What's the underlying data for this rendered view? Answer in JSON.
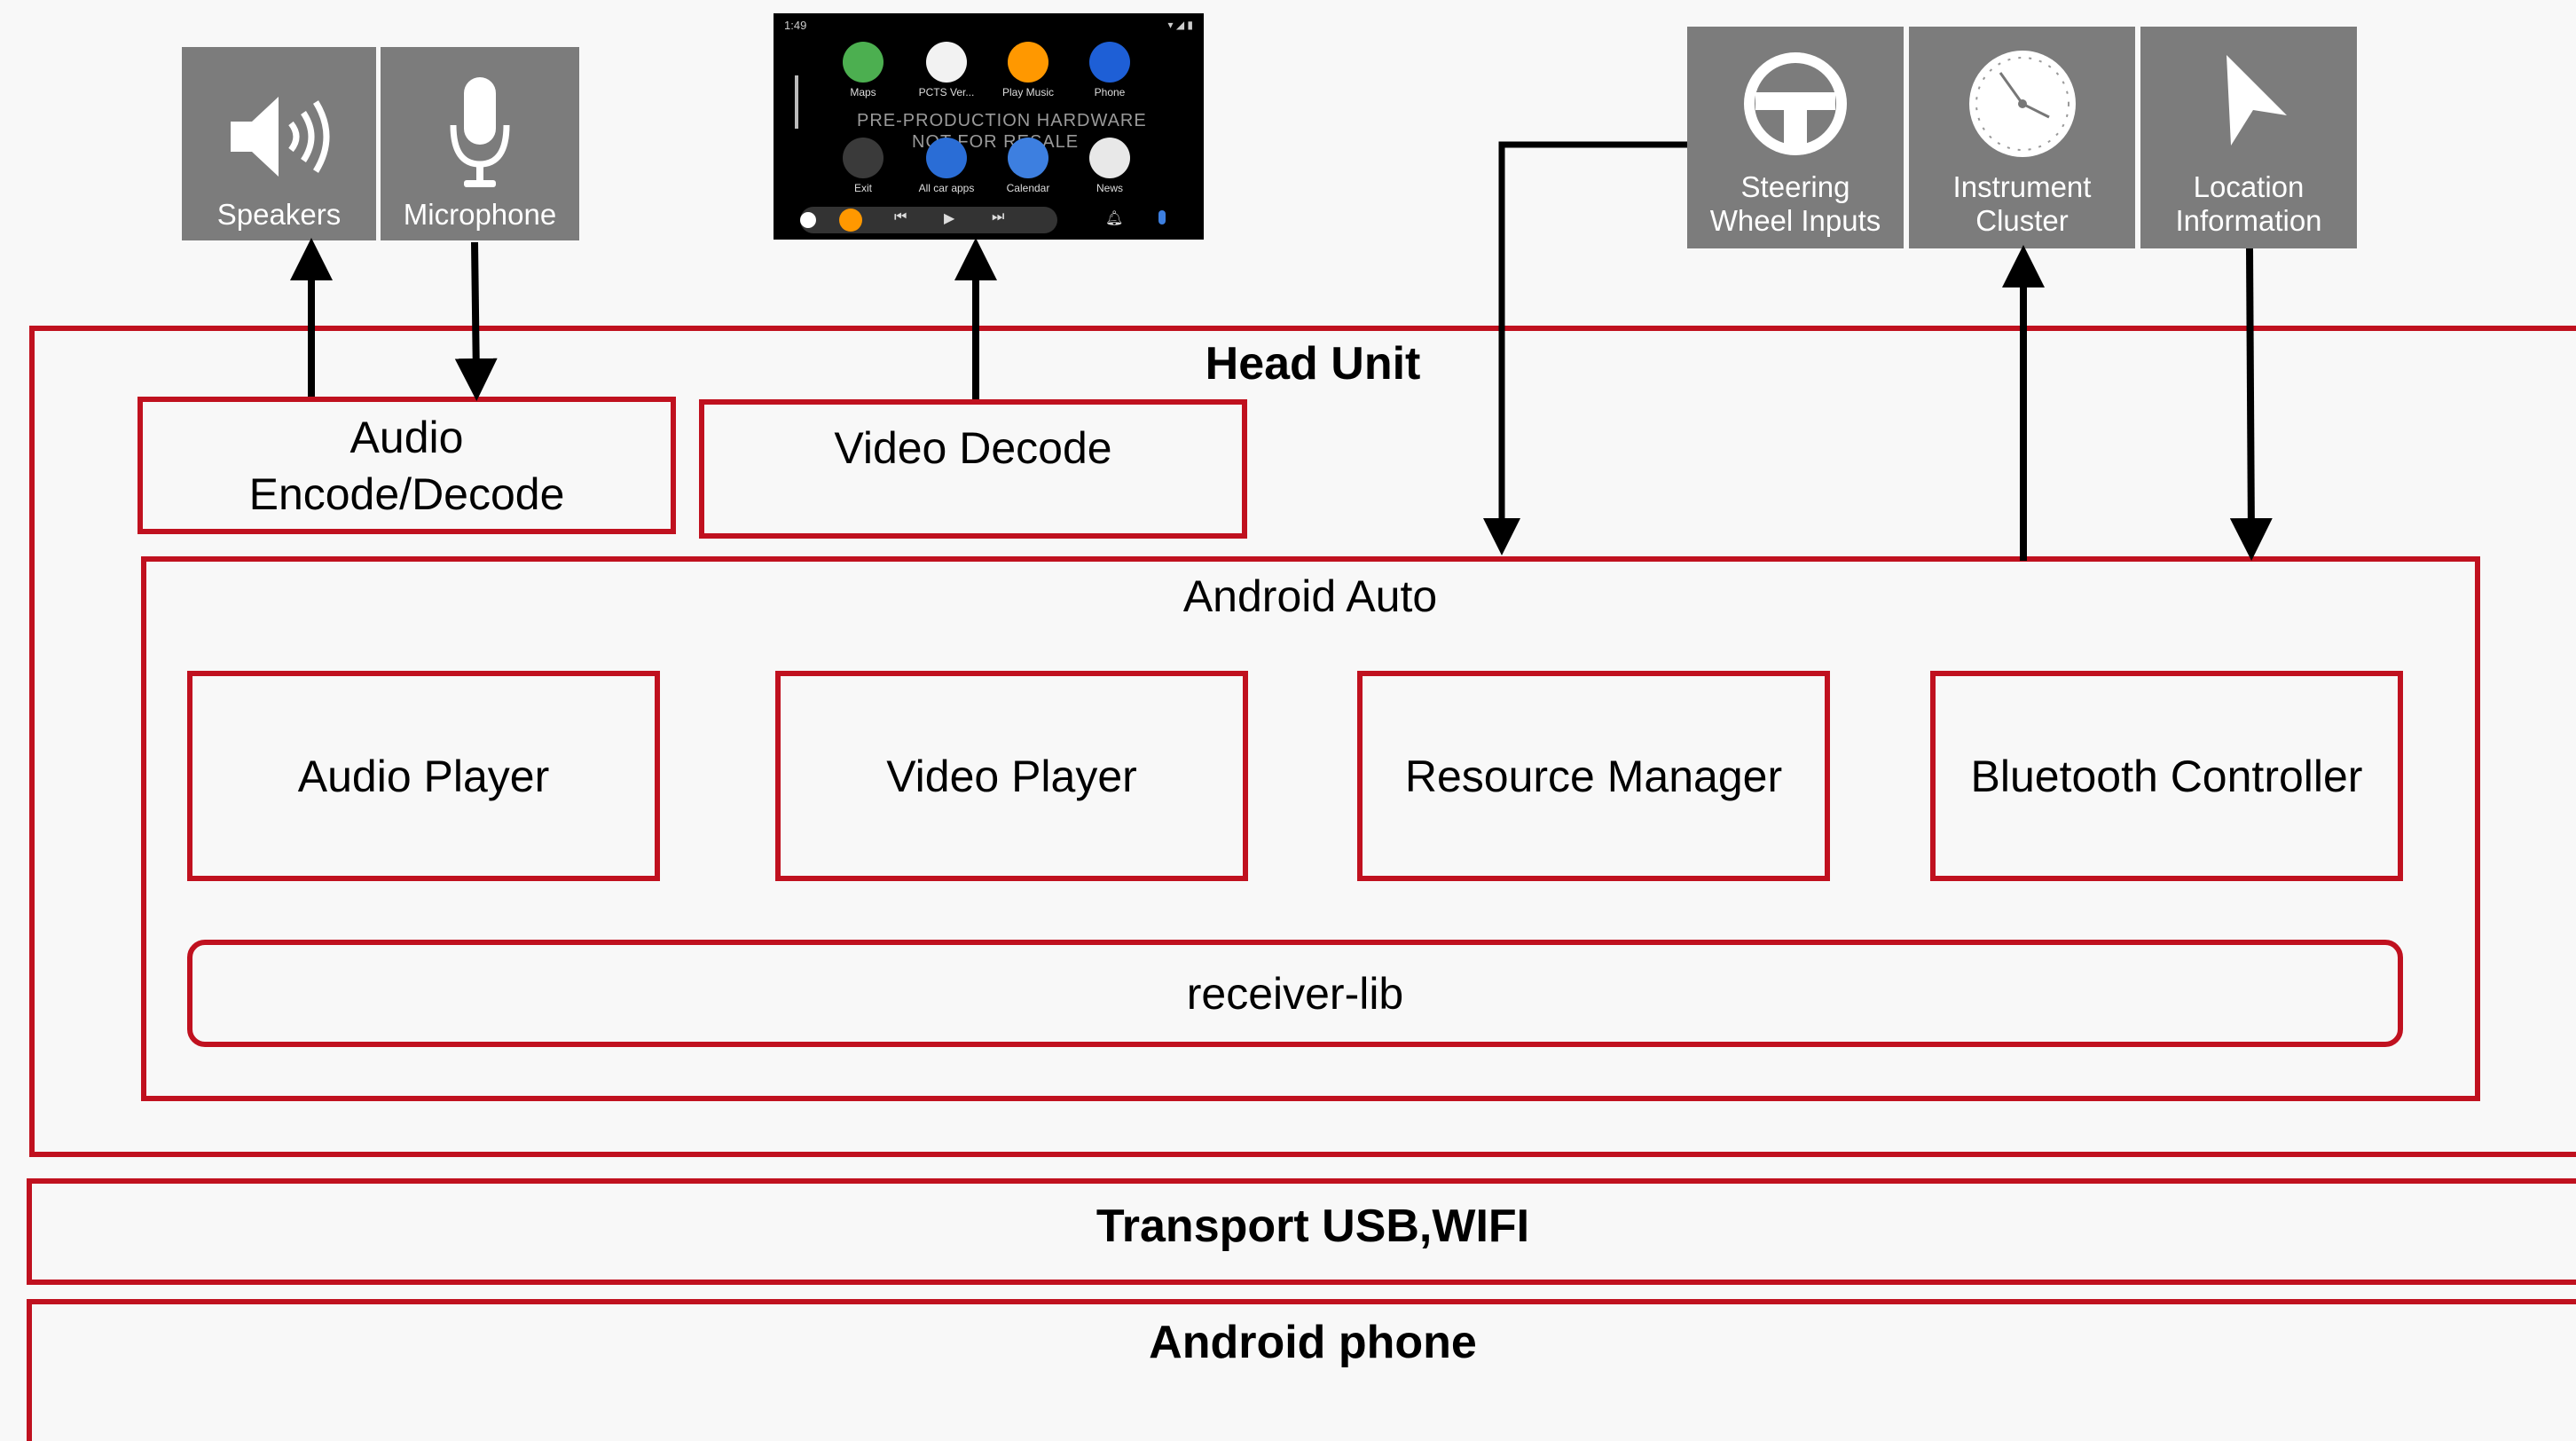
{
  "outer": {
    "head_unit": "Head Unit",
    "transport": "Transport USB,WIFI",
    "android_phone": "Android phone"
  },
  "top_components": {
    "audio_codec_line1": "Audio",
    "audio_codec_line2": "Encode/Decode",
    "video_decode": "Video Decode"
  },
  "android_auto": {
    "title": "Android Auto",
    "modules": [
      "Audio Player",
      "Video Player",
      "Resource Manager",
      "Bluetooth Controller"
    ],
    "receiver": "receiver-lib"
  },
  "peripherals": {
    "speakers": "Speakers",
    "microphone": "Microphone",
    "steering_line1": "Steering",
    "steering_line2": "Wheel Inputs",
    "instrument_line1": "Instrument",
    "instrument_line2": "Cluster",
    "location_line1": "Location",
    "location_line2": "Information"
  },
  "phone_screen": {
    "time": "1:49",
    "apps_row1": [
      "Maps",
      "PCTS Ver...",
      "Play Music",
      "Phone"
    ],
    "apps_row2": [
      "Exit",
      "All car apps",
      "Calendar",
      "News"
    ],
    "watermark_line1": "PRE-PRODUCTION HARDWARE",
    "watermark_line2": "NOT FOR RESALE"
  },
  "colors": {
    "border_red": "#c0111f",
    "tile_gray": "#7c7c7c",
    "background": "#f8f8f8"
  }
}
